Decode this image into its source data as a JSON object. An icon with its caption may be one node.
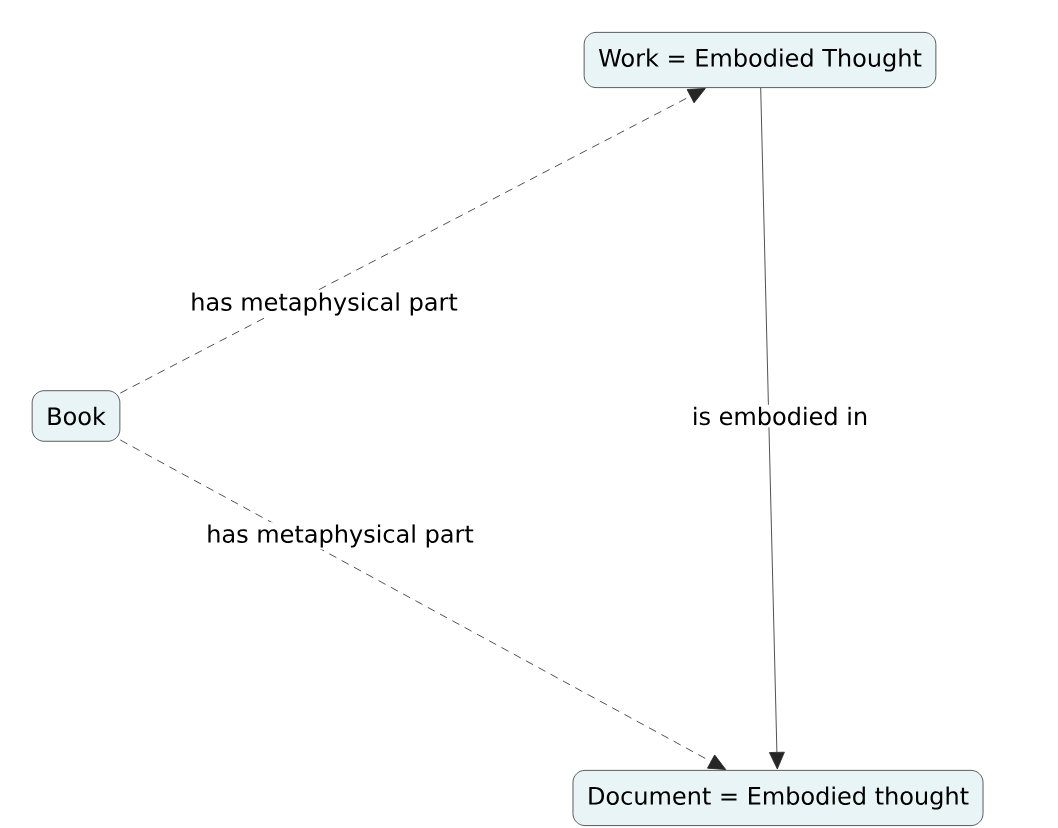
{
  "diagram": {
    "nodes": [
      {
        "text": [
          "Book"
        ]
      },
      {
        "text": [
          "Work = Embodied Thought"
        ]
      },
      {
        "text": [
          "Document = Embodied thought"
        ]
      }
    ],
    "edges": [
      {
        "from": 0,
        "to": 1,
        "arrow": "to",
        "label": "has metaphysical part",
        "style": "dashed"
      },
      {
        "from": 0,
        "to": 2,
        "arrow": "to",
        "label": "has metaphysical part",
        "style": "dashed"
      },
      {
        "from": 1,
        "to": 2,
        "arrow": "to",
        "label": "is embodied in"
      }
    ]
  }
}
